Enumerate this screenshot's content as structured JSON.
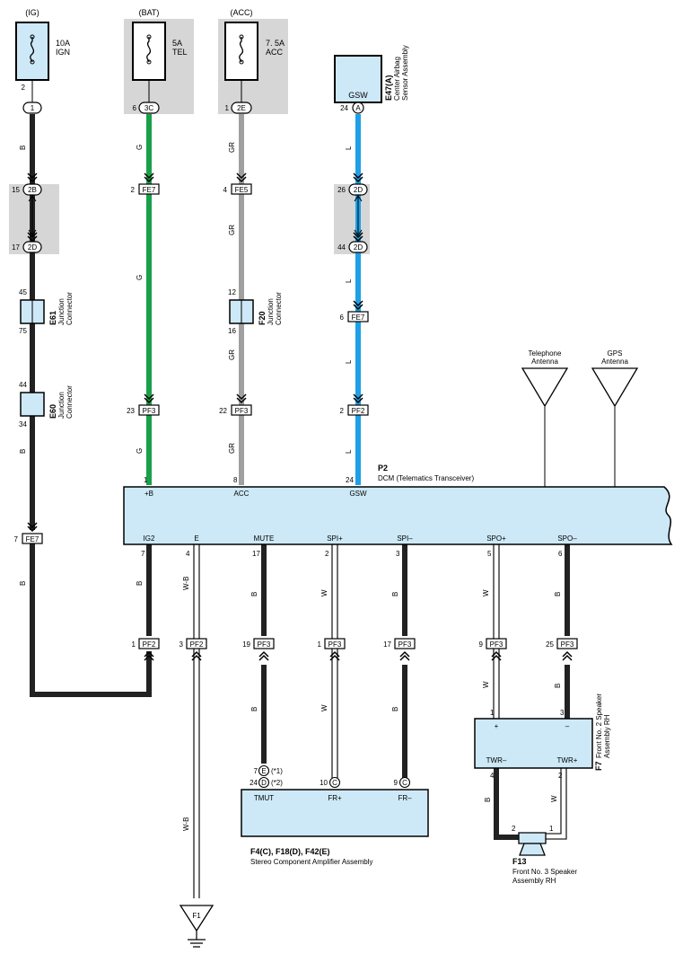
{
  "sources": {
    "ig": {
      "label": "(IG)",
      "fuse": "10A",
      "fuse_name": "IGN",
      "pin": "2",
      "conn": "1"
    },
    "bat": {
      "label": "(BAT)",
      "fuse": "5A",
      "fuse_name": "TEL",
      "pin": "6",
      "conn": "3C"
    },
    "acc": {
      "label": "(ACC)",
      "fuse": "7. 5A",
      "fuse_name": "ACC",
      "pin": "1",
      "conn": "2E"
    }
  },
  "airbag": {
    "pin_label": "GSW",
    "pin": "24",
    "conn": "A",
    "id": "E47(A)",
    "name1": "Center Airbag",
    "name2": "Sensor Assembly"
  },
  "wire_colors": {
    "B": "B",
    "G": "G",
    "GR": "GR",
    "L": "L",
    "W": "W",
    "WB": "W-B"
  },
  "connectors": {
    "c2B": {
      "pin": "15",
      "conn": "2B"
    },
    "c2D_ig": {
      "pin": "17",
      "conn": "2D"
    },
    "fe7_g": {
      "pin": "2",
      "conn": "FE7"
    },
    "fe5": {
      "pin": "4",
      "conn": "FE5"
    },
    "c2D_l1": {
      "pin": "26",
      "conn": "2D"
    },
    "c2D_l2": {
      "pin": "44",
      "conn": "2D"
    },
    "fe7_l": {
      "pin": "6",
      "conn": "FE7"
    },
    "fe7_ig": {
      "pin": "7",
      "conn": "FE7"
    },
    "pf3_g": {
      "pin": "23",
      "conn": "PF3"
    },
    "pf3_gr": {
      "pin": "22",
      "conn": "PF3"
    },
    "pf2_l": {
      "pin": "2",
      "conn": "PF2"
    }
  },
  "junctions": {
    "e61": {
      "pin_top": "45",
      "pin_bot": "75",
      "id": "E61",
      "name1": "Junction",
      "name2": "Connector"
    },
    "e60": {
      "pin_top": "44",
      "pin_bot": "34",
      "id": "E60",
      "name1": "Junction",
      "name2": "Connector"
    },
    "f20": {
      "pin_top": "12",
      "pin_bot": "16",
      "id": "F20",
      "name1": "Junction",
      "name2": "Connector"
    }
  },
  "antennas": {
    "tel1": "Telephone",
    "tel2": "Antenna",
    "gps1": "GPS",
    "gps2": "Antenna"
  },
  "dcm": {
    "id": "P2",
    "name": "DCM (Telematics Transceiver)",
    "top_pins": [
      {
        "num": "1",
        "label": "+B"
      },
      {
        "num": "8",
        "label": "ACC"
      },
      {
        "num": "24",
        "label": "GSW"
      }
    ],
    "bottom_pins": [
      {
        "num": "7",
        "label": "IG2"
      },
      {
        "num": "4",
        "label": "E"
      },
      {
        "num": "17",
        "label": "MUTE"
      },
      {
        "num": "2",
        "label": "SPI+"
      },
      {
        "num": "3",
        "label": "SPI–"
      },
      {
        "num": "5",
        "label": "SPO+"
      },
      {
        "num": "6",
        "label": "SPO–"
      }
    ]
  },
  "lower_connectors": [
    {
      "pin": "1",
      "conn": "PF2"
    },
    {
      "pin": "3",
      "conn": "PF2"
    },
    {
      "pin": "19",
      "conn": "PF3"
    },
    {
      "pin": "1",
      "conn": "PF3"
    },
    {
      "pin": "17",
      "conn": "PF3"
    },
    {
      "pin": "9",
      "conn": "PF3"
    },
    {
      "pin": "25",
      "conn": "PF3"
    }
  ],
  "amplifier": {
    "pin_tmut_e": "7",
    "conn_e": "E",
    "note_e": "(*1)",
    "pin_tmut_d": "24",
    "conn_d": "D",
    "note_d": "(*2)",
    "pin_fr_plus": "10",
    "conn_c1": "C",
    "pin_fr_minus": "9",
    "conn_c2": "C",
    "label_tmut": "TMUT",
    "label_fr_plus": "FR+",
    "label_fr_minus": "FR–",
    "id": "F4(C), F18(D), F42(E)",
    "name": "Stereo Component Amplifier Assembly"
  },
  "speaker_f7": {
    "pin_plus": "1",
    "pin_minus": "3",
    "label_plus": "+",
    "label_minus": "–",
    "label_twr_minus": "TWR–",
    "label_twr_plus": "TWR+",
    "pin_twr_minus": "4",
    "pin_twr_plus": "2",
    "id": "F7",
    "name1": "Front No. 2 Speaker",
    "name2": "Assembly RH"
  },
  "speaker_f13": {
    "pin_left": "2",
    "pin_right": "1",
    "id": "F13",
    "name1": "Front No. 3 Speaker",
    "name2": "Assembly RH"
  },
  "ground": {
    "conn": "F1"
  },
  "colors": {
    "green": "#1aa04a",
    "gray": "#a0a0a0",
    "blue": "#1ea0e6",
    "black": "#222222",
    "box_fill": "#cde9f7",
    "shade": "#d6d6d6"
  }
}
